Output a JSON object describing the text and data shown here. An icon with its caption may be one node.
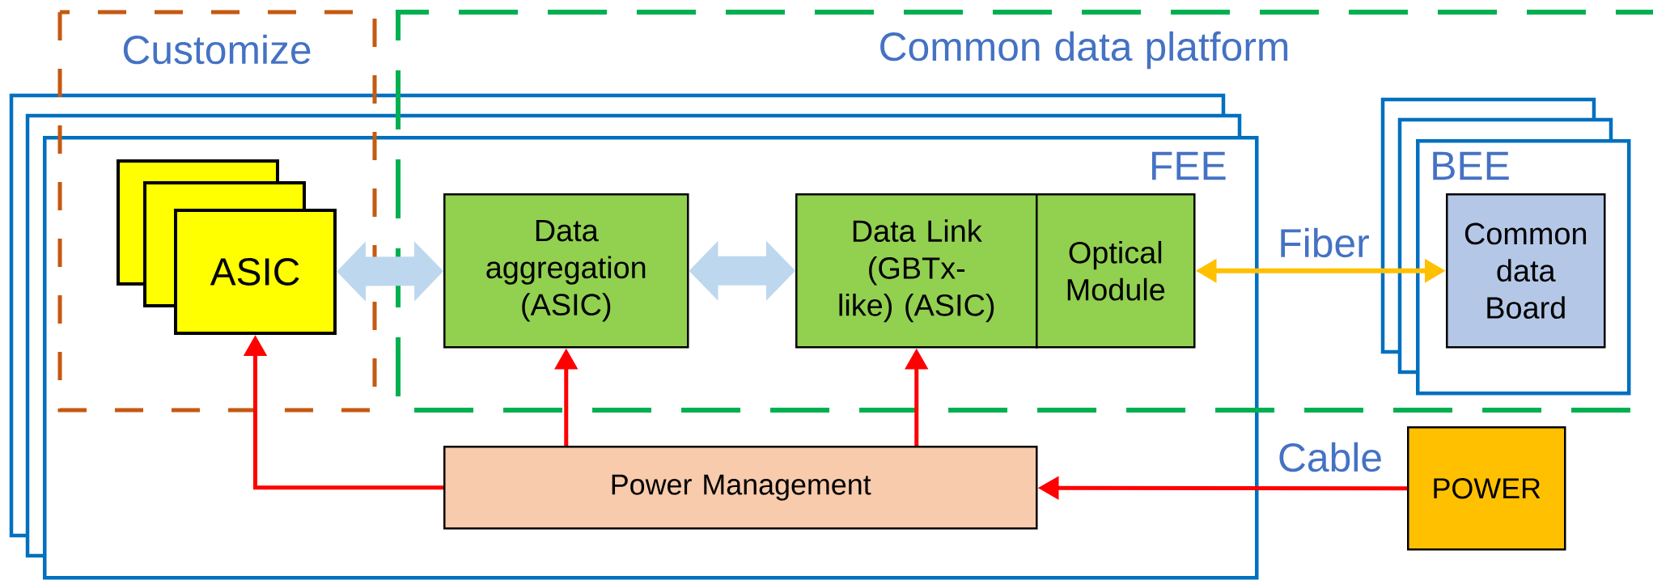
{
  "diagram": {
    "nodes": [
      {
        "text": [
          "Customize"
        ]
      },
      {
        "text": [
          "Common data platform"
        ]
      },
      {
        "text": [
          "FEE"
        ]
      },
      {
        "text": [
          "ASIC"
        ],
        "in": 2
      },
      {
        "text": [
          "Data aggregation (ASIC)"
        ],
        "in": 2
      },
      {
        "text": [
          "Data Link (GBTx-like) (ASIC)"
        ],
        "in": 2
      },
      {
        "text": [
          "Optical Module"
        ],
        "in": 2
      },
      {
        "text": [
          "Power Management"
        ],
        "in": 2
      },
      {
        "text": [
          "BEE"
        ]
      },
      {
        "text": [
          "Common data Board"
        ],
        "in": 8
      },
      {
        "text": [
          "POWER"
        ]
      }
    ],
    "edges": [
      {
        "from": 3,
        "to": 4,
        "arrow": "both",
        "style": "thick",
        "color": "#bdd7ee"
      },
      {
        "from": 4,
        "to": 5,
        "arrow": "both",
        "style": "thick",
        "color": "#bdd7ee"
      },
      {
        "from": 6,
        "to": 9,
        "arrow": "both",
        "label": "Fiber",
        "color": "#ffc000"
      },
      {
        "from": 10,
        "to": 7,
        "arrow": "to",
        "label": "Cable"
      },
      {
        "from": 7,
        "to": 3,
        "arrow": "to"
      },
      {
        "from": 7,
        "to": 4,
        "arrow": "to"
      },
      {
        "from": 7,
        "to": 5,
        "arrow": "to"
      }
    ]
  }
}
